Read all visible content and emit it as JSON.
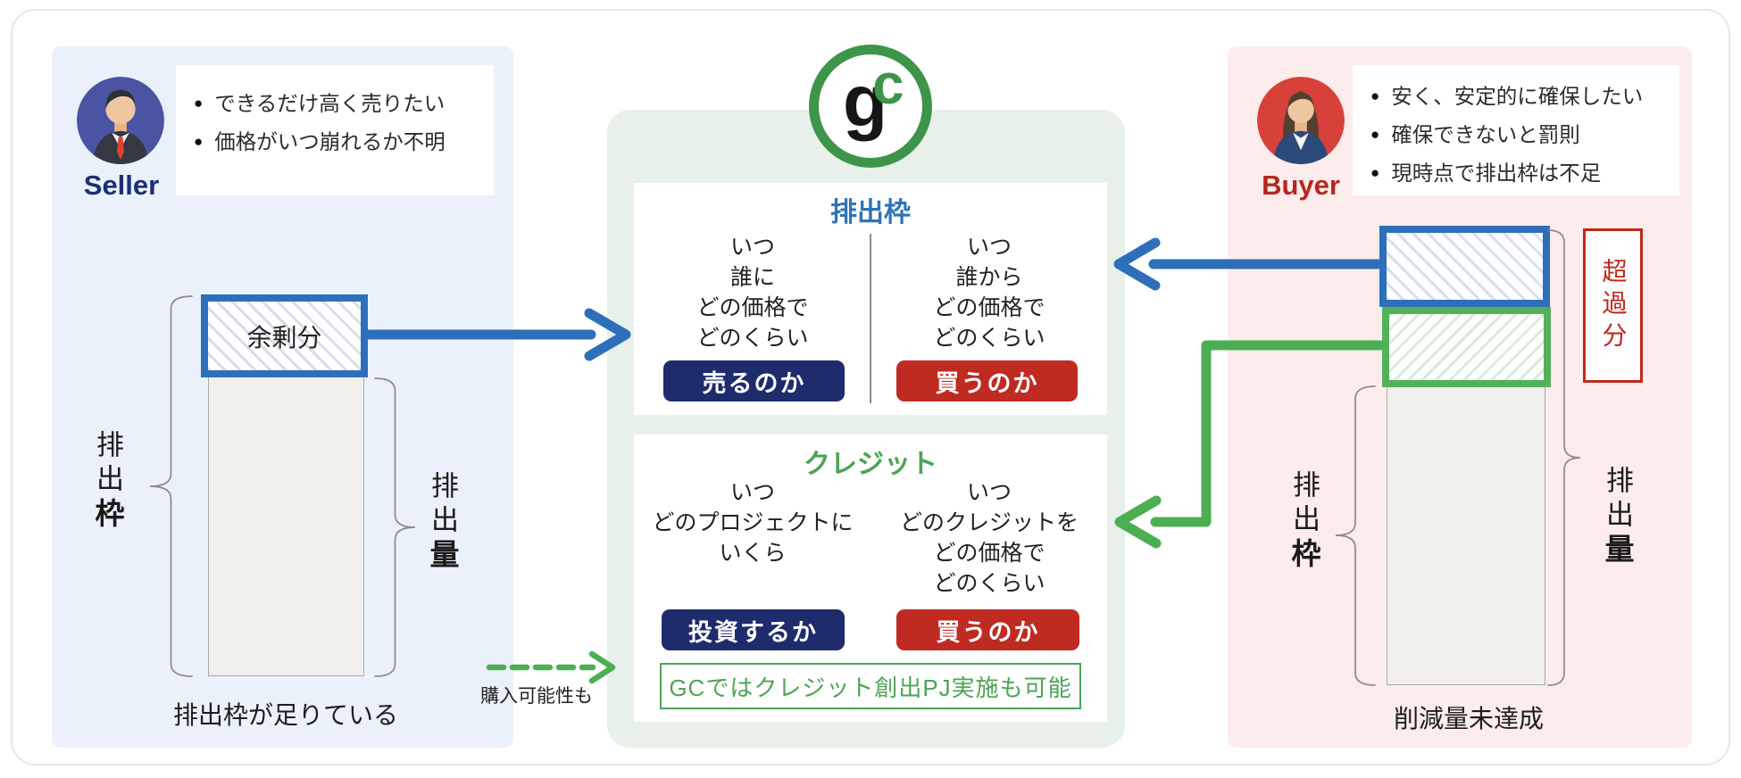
{
  "colors": {
    "blue_accent": "#2e6fba",
    "navy_button": "#1e2b6d",
    "red_button": "#bf2b21",
    "green_accent": "#4ba554",
    "title_blue": "#2e74b5",
    "excess_red": "#c0281e",
    "seller_navy": "#1b2f73",
    "buyer_red": "#b5271f"
  },
  "seller": {
    "name": "Seller",
    "bullets": [
      "できるだけ高く売りたい",
      "価格がいつ崩れるか不明"
    ],
    "surplus_label": "余剰分",
    "axis_left": {
      "normal": "排出",
      "bold": "枠"
    },
    "axis_right": {
      "normal": "排出",
      "bold": "量"
    },
    "caption": "排出枠が足りている"
  },
  "buyer": {
    "name": "Buyer",
    "bullets": [
      "安く、安定的に確保したい",
      "確保できないと罰則",
      "現時点で排出枠は不足"
    ],
    "excess_label": "超過分",
    "axis_left": {
      "normal": "排出",
      "bold": "枠"
    },
    "axis_right": {
      "normal": "排出",
      "bold": "量"
    },
    "caption": "削減量未達成"
  },
  "gc": {
    "logo_g": "g",
    "logo_c": "c",
    "allowance": {
      "title": "排出枠",
      "sell": {
        "lines": [
          "いつ",
          "誰に",
          "どの価格で",
          "どのくらい"
        ],
        "button": "売るのか"
      },
      "buy": {
        "lines": [
          "いつ",
          "誰から",
          "どの価格で",
          "どのくらい"
        ],
        "button": "買うのか"
      }
    },
    "credit": {
      "title": "クレジット",
      "invest": {
        "lines": [
          "いつ",
          "どのプロジェクトに",
          "いくら"
        ],
        "button": "投資するか"
      },
      "buy": {
        "lines": [
          "いつ",
          "どのクレジットを",
          "どの価格で",
          "どのくらい"
        ],
        "button": "買うのか"
      },
      "note": "GCではクレジット創出PJ実施も可能"
    },
    "purchase_note": "購入可能性も"
  }
}
